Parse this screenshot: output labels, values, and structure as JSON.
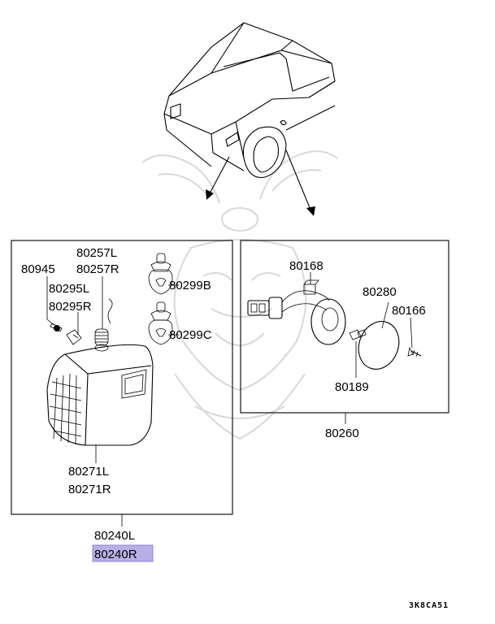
{
  "colors": {
    "highlight": "#b7b0e6",
    "highlight_border": "#8e86d0",
    "line": "#000000",
    "watermark": "#d8d8d8"
  },
  "left_group": {
    "part_80257L": "80257L",
    "part_80257R": "80257R",
    "part_80945": "80945",
    "part_80295L": "80295L",
    "part_80295R": "80295R",
    "part_80299B": "80299B",
    "part_80299C": "80299C",
    "part_80271L": "80271L",
    "part_80271R": "80271R",
    "assembly_L": "80240L",
    "assembly_R": "80240R"
  },
  "right_group": {
    "part_80168": "80168",
    "part_80280": "80280",
    "part_80166": "80166",
    "part_80189": "80189",
    "assembly": "80260"
  },
  "diagram_code": "3K8CA51",
  "icons": [
    "car-outline-icon",
    "watermark-emblem-icon",
    "bulb-icon",
    "socket-icon",
    "screw-icon",
    "connector-icon"
  ]
}
